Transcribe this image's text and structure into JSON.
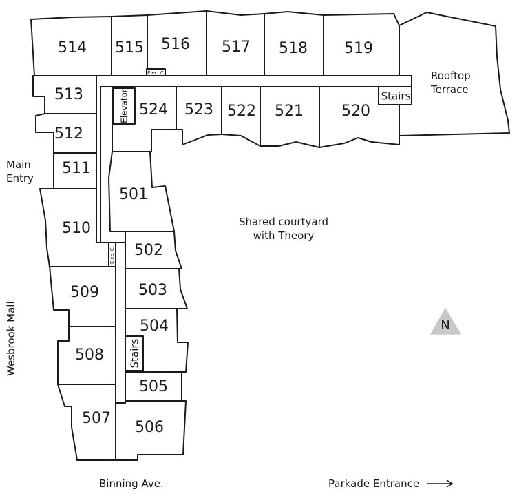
{
  "units": {
    "u501": "501",
    "u502": "502",
    "u503": "503",
    "u504": "504",
    "u505": "505",
    "u506": "506",
    "u507": "507",
    "u508": "508",
    "u509": "509",
    "u510": "510",
    "u511": "511",
    "u512": "512",
    "u513": "513",
    "u514": "514",
    "u515": "515",
    "u516": "516",
    "u517": "517",
    "u518": "518",
    "u519": "519",
    "u520": "520",
    "u521": "521",
    "u522": "522",
    "u523": "523",
    "u524": "524"
  },
  "rooms": {
    "elevator": "Elevator",
    "stairs_north": "Stairs",
    "stairs_west": "Stairs",
    "elec_north": "Elec. C.",
    "elec_west": "Elec. C."
  },
  "labels": {
    "rooftop_line1": "Rooftop",
    "rooftop_line2": "Terrace",
    "main_entry_line1": "Main",
    "main_entry_line2": "Entry",
    "courtyard_line1": "Shared courtyard",
    "courtyard_line2": "with Theory",
    "wesbrook_mall": "Wesbrook Mall",
    "binning_ave": "Binning Ave.",
    "parkade_entrance": "Parkade Entrance"
  },
  "compass": {
    "north": "N",
    "color": "#c9c9c9"
  }
}
